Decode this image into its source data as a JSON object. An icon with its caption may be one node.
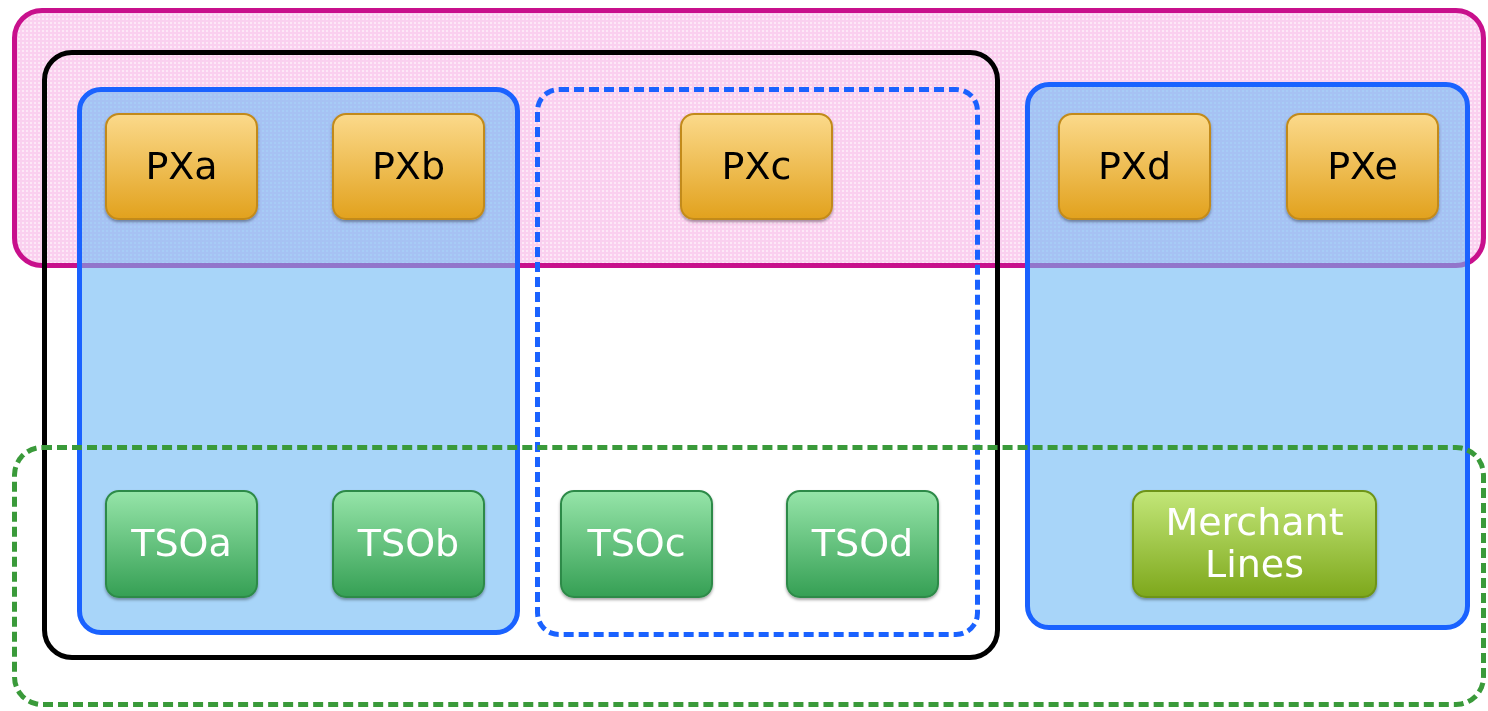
{
  "diagram": {
    "nodes": [
      {
        "text": [],
        "shape": "box"
      },
      {
        "text": [],
        "shape": "box"
      },
      {
        "text": [],
        "shape": "box",
        "in": 1
      },
      {
        "text": [
          "PXa"
        ]
      },
      {
        "text": [
          "PXb"
        ]
      },
      {
        "text": [],
        "shape": "box",
        "in": 1
      },
      {
        "text": [
          "PXc"
        ]
      },
      {
        "text": [],
        "shape": "box"
      },
      {
        "text": [
          "PXd"
        ]
      },
      {
        "text": [
          "PXe"
        ]
      },
      {
        "text": [],
        "shape": "box"
      },
      {
        "text": [
          "TSOa"
        ]
      },
      {
        "text": [
          "TSOb"
        ]
      },
      {
        "text": [
          "TSOc"
        ]
      },
      {
        "text": [
          "TSOd"
        ]
      },
      {
        "text": [
          "Merchant Lines"
        ]
      }
    ],
    "edges": []
  }
}
